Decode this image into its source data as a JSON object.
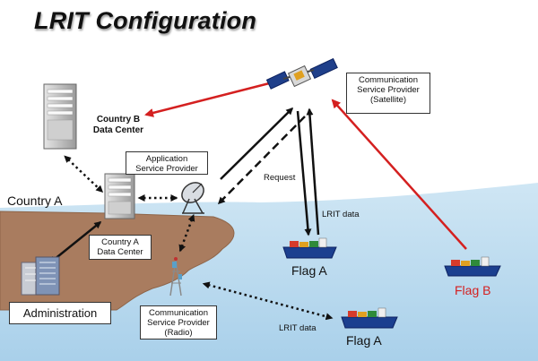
{
  "title": "LRIT Configuration",
  "nodes": {
    "csp_satellite": {
      "lines": [
        "Communication",
        "Service Provider",
        "(Satellite)"
      ]
    },
    "country_b_dc": {
      "lines": [
        "Country B",
        "Data Center"
      ]
    },
    "asp": {
      "lines": [
        "Application",
        "Service Provider"
      ]
    },
    "country_a_label": "Country A",
    "country_a_dc": {
      "lines": [
        "Country A",
        "Data Center"
      ]
    },
    "administration": "Administration",
    "csp_radio": {
      "lines": [
        "Communication",
        "Service Provider",
        "(Radio)"
      ]
    },
    "flag_a_upper": "Flag A",
    "flag_a_lower": "Flag A",
    "flag_b": "Flag B"
  },
  "edge_labels": {
    "request": "Request",
    "lrit_data_upper": "LRIT data",
    "lrit_data_lower": "LRIT data"
  },
  "colors": {
    "sea": "#bcdcef",
    "land": "#a97c5f",
    "red_arrow": "#d42020",
    "black_arrow": "#111111"
  }
}
